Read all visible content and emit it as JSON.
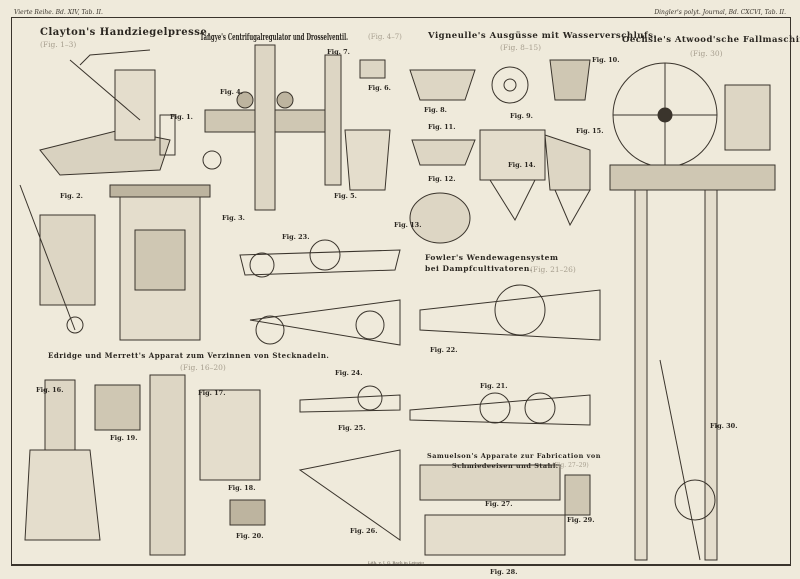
{
  "header": {
    "left": "Vierte Reihe. Bd. XIV, Tab. II.",
    "right": "Dingler's polyt. Journal, Bd. CXCVI, Tab. II."
  },
  "sections": [
    {
      "title": "Clayton's Handziegelpresse.",
      "figs": "(Fig. 1–3)"
    },
    {
      "title": "Tangye's Centrifugalregulator und Drosselventil.",
      "figs": "(Fig. 4–7)"
    },
    {
      "title": "Vigneulle's Ausgüsse mit Wasserverschlufs.",
      "figs": "(Fig. 8–15)"
    },
    {
      "title": "Oechsle's Atwood'sche Fallmaschine.",
      "figs": "(Fig. 30)"
    },
    {
      "title": "Fowler's Wendewagensystem",
      "title2": "bei Dampfcultivatoren.",
      "figs": "(Fig. 21–26)"
    },
    {
      "title": "Edridge und Merrett's Apparat zum Verzinnen von Stecknadeln.",
      "figs": "(Fig. 16–20)"
    },
    {
      "title": "Samuelson's Apparate zur Fabrication von",
      "title2": "Schmiedeeisen und Stahl.",
      "figs": "(Fig. 27–29)"
    }
  ],
  "figures": [
    "Fig. 1.",
    "Fig. 2.",
    "Fig. 3.",
    "Fig. 4.",
    "Fig. 5.",
    "Fig. 6.",
    "Fig. 7.",
    "Fig. 8.",
    "Fig. 9.",
    "Fig. 10.",
    "Fig. 11.",
    "Fig. 12.",
    "Fig. 13.",
    "Fig. 14.",
    "Fig. 15.",
    "Fig. 16.",
    "Fig. 17.",
    "Fig. 18.",
    "Fig. 19.",
    "Fig. 20.",
    "Fig. 21.",
    "Fig. 22.",
    "Fig. 23.",
    "Fig. 24.",
    "Fig. 25.",
    "Fig. 26.",
    "Fig. 27.",
    "Fig. 28.",
    "Fig. 29.",
    "Fig. 30."
  ],
  "credit": "Lith. v. J. G. Bach in Leipzig"
}
